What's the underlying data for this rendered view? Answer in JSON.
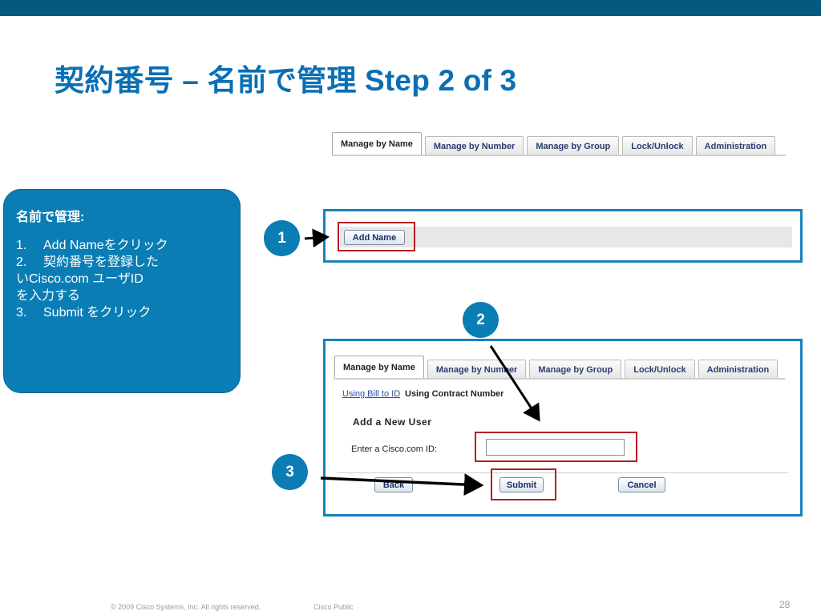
{
  "slide_title": "契約番号 – 名前で管理 Step 2 of 3",
  "top_tabs": [
    "Manage by Name",
    "Manage by Number",
    "Manage by Group",
    "Lock/Unlock",
    "Administration"
  ],
  "instructions": {
    "heading": "名前で管理:",
    "lines": [
      {
        "num": "1.",
        "text": "Add Nameをクリック"
      },
      {
        "num": "2.",
        "text": "契約番号を登録した"
      },
      {
        "num": "",
        "text": "いCisco.com ユーザID"
      },
      {
        "num": "",
        "text": "を入力する"
      },
      {
        "num": "3.",
        "text": "Submit をクリック"
      }
    ]
  },
  "step1": {
    "badge": "1",
    "add_name_button": "Add Name"
  },
  "step2": {
    "badge": "2"
  },
  "step3": {
    "badge": "3"
  },
  "form": {
    "tabs": [
      "Manage by Name",
      "Manage by Number",
      "Manage by Group",
      "Lock/Unlock",
      "Administration"
    ],
    "subnav_link": "Using Bill to ID",
    "subnav_separator": "|",
    "subnav_current": "Using Contract Number",
    "section_heading": "Add a New User",
    "field_label": "Enter a Cisco.com ID:",
    "field_value": "",
    "back_button": "Back",
    "submit_button": "Submit",
    "cancel_button": "Cancel"
  },
  "footer": {
    "copyright": "© 2009 Cisco Systems, Inc. All rights reserved.",
    "classification": "Cisco Public",
    "page_number": "28"
  },
  "colors": {
    "brand_blue": "#0a7db4",
    "title_blue": "#0b6fb4",
    "top_band": "#05597f",
    "highlight_red": "#b71f24"
  }
}
